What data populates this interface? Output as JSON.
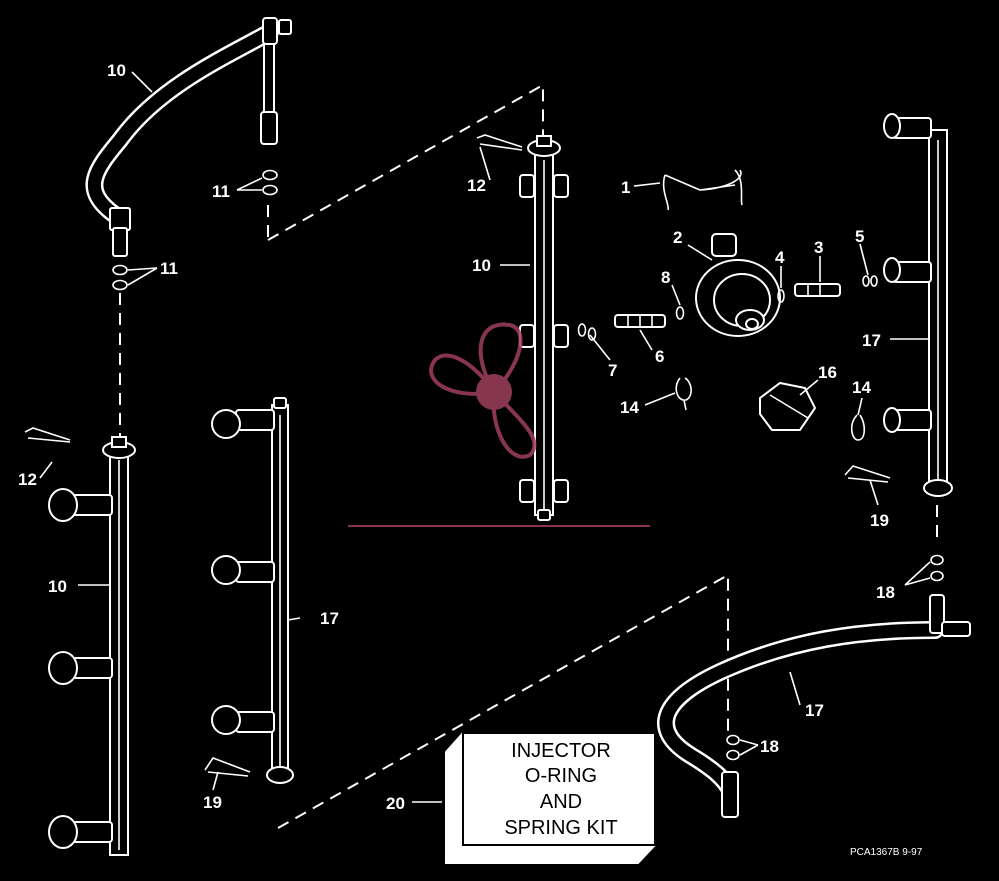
{
  "callouts": {
    "c1": "1",
    "c2": "2",
    "c3": "3",
    "c4": "4",
    "c5": "5",
    "c6": "6",
    "c7": "7",
    "c8": "8",
    "c10a": "10",
    "c10b": "10",
    "c10c": "10",
    "c11a": "11",
    "c11b": "11",
    "c12a": "12",
    "c12b": "12",
    "c14a": "14",
    "c14b": "14",
    "c16": "16",
    "c17a": "17",
    "c17b": "17",
    "c17c": "17",
    "c18a": "18",
    "c18b": "18",
    "c19a": "19",
    "c19b": "19",
    "c20": "20"
  },
  "kit_box": {
    "line1": "INJECTOR",
    "line2": "O-RING",
    "line3": "AND",
    "line4": "SPRING KIT"
  },
  "footer": {
    "code": "PCA1367B  9-97"
  },
  "colors": {
    "background": "#000000",
    "line_art": "#ffffff",
    "watermark": "#a0405e"
  },
  "watermark_icon": "propeller-logo"
}
